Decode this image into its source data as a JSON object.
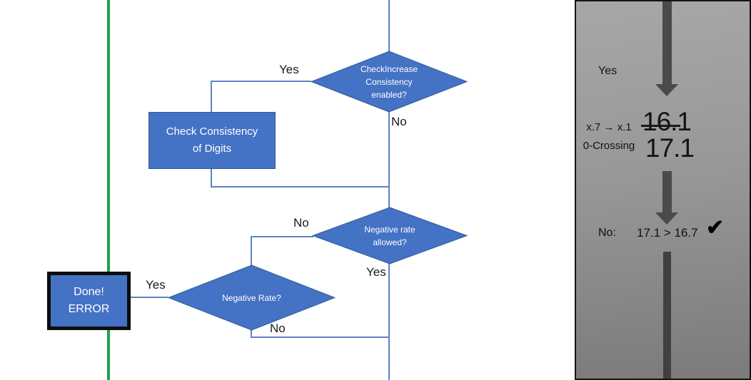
{
  "flowchart": {
    "decision_check_increase": "CheckIncrease\nConsistency\nenabled?",
    "process_check_consistency": "Check Consistency\nof Digits",
    "decision_negative_rate_allowed": "Negative rate\nallowed?",
    "decision_negative_rate": "Negative Rate?",
    "terminal_done_error": "Done!\nERROR",
    "labels": {
      "check_increase_yes": "Yes",
      "check_increase_no": "No",
      "negative_rate_allowed_no": "No",
      "negative_rate_allowed_yes": "Yes",
      "negative_rate_yes": "Yes",
      "negative_rate_no": "No"
    }
  },
  "side_panel": {
    "yes_label": "Yes",
    "rule_line1": "x.7 → x.1",
    "rule_line2": "0-Crossing",
    "old_value": "16.1",
    "new_value": "17.1",
    "result_label": "No:",
    "comparison": "17.1 > 16.7",
    "check_icon": "✔"
  },
  "colors": {
    "node_blue": "#4472C4",
    "node_border": "#2E5B9B",
    "connector_blue": "#5D83C4",
    "green_line": "#1CA24D",
    "panel_arrow_gray": "#4A4A4A",
    "panel_bg_top": "#A7A7A7",
    "panel_bg_bottom": "#7B7B7B"
  }
}
